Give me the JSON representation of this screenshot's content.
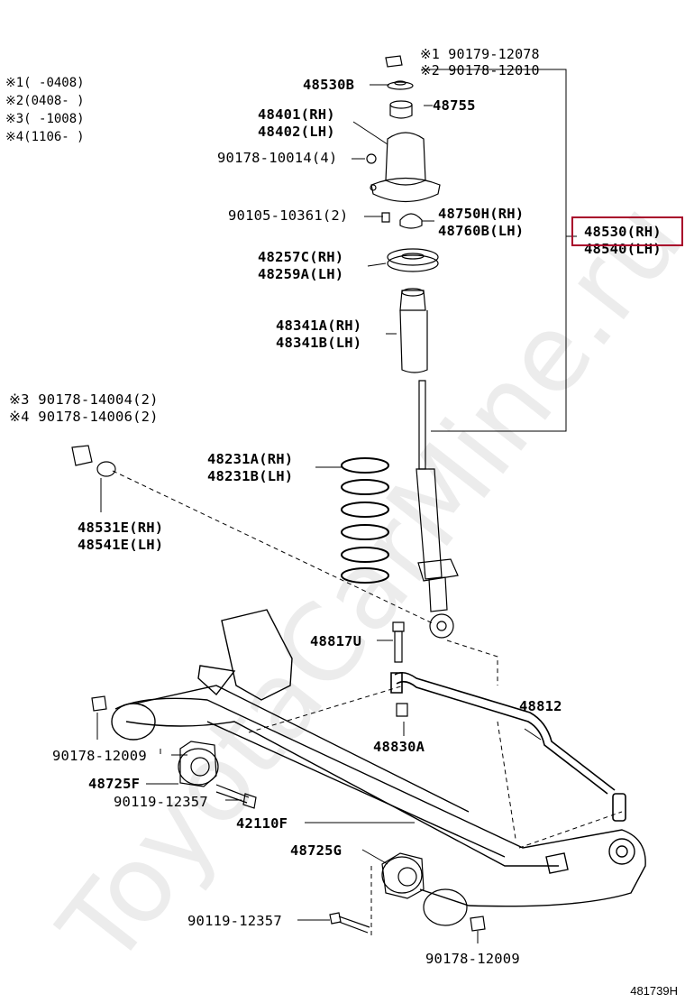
{
  "notes": {
    "n1": "※1(      -0408)",
    "n2": "※2(0408-      )",
    "n3": "※3(      -1008)",
    "n4": "※4(1106-      )"
  },
  "top_fasteners": {
    "line1": "※1 90179-12078",
    "line2": "※2 90178-12010"
  },
  "labels": {
    "p48530B": "48530B",
    "p48755": "48755",
    "p48401": "48401(RH)",
    "p48402": "48402(LH)",
    "p90178_10014": "90178-10014(4)",
    "p90105": "90105-10361(2)",
    "p48750H": "48750H(RH)",
    "p48760B": "48760B(LH)",
    "p48530": "48530(RH)",
    "p48540": "48540(LH)",
    "p48257C": "48257C(RH)",
    "p48259A": "48259A(LH)",
    "p48341A": "48341A(RH)",
    "p48341B": "48341B(LH)",
    "p14004": "※3 90178-14004(2)",
    "p14006": "※4 90178-14006(2)",
    "p48231A": "48231A(RH)",
    "p48231B": "48231B(LH)",
    "p48531E": "48531E(RH)",
    "p48541E": "48541E(LH)",
    "p48817U": "48817U",
    "p48812": "48812",
    "p48830A": "48830A",
    "p90178_12009a": "90178-12009",
    "p48725F": "48725F",
    "p90119a": "90119-12357",
    "p42110F": "42110F",
    "p48725G": "48725G",
    "p90119b": "90119-12357",
    "p90178_12009b": "90178-12009"
  },
  "watermark": "ToyotaCarMine.ru",
  "diagram_code": "481739H",
  "colors": {
    "highlight": "#a8002a",
    "line": "#000000"
  }
}
